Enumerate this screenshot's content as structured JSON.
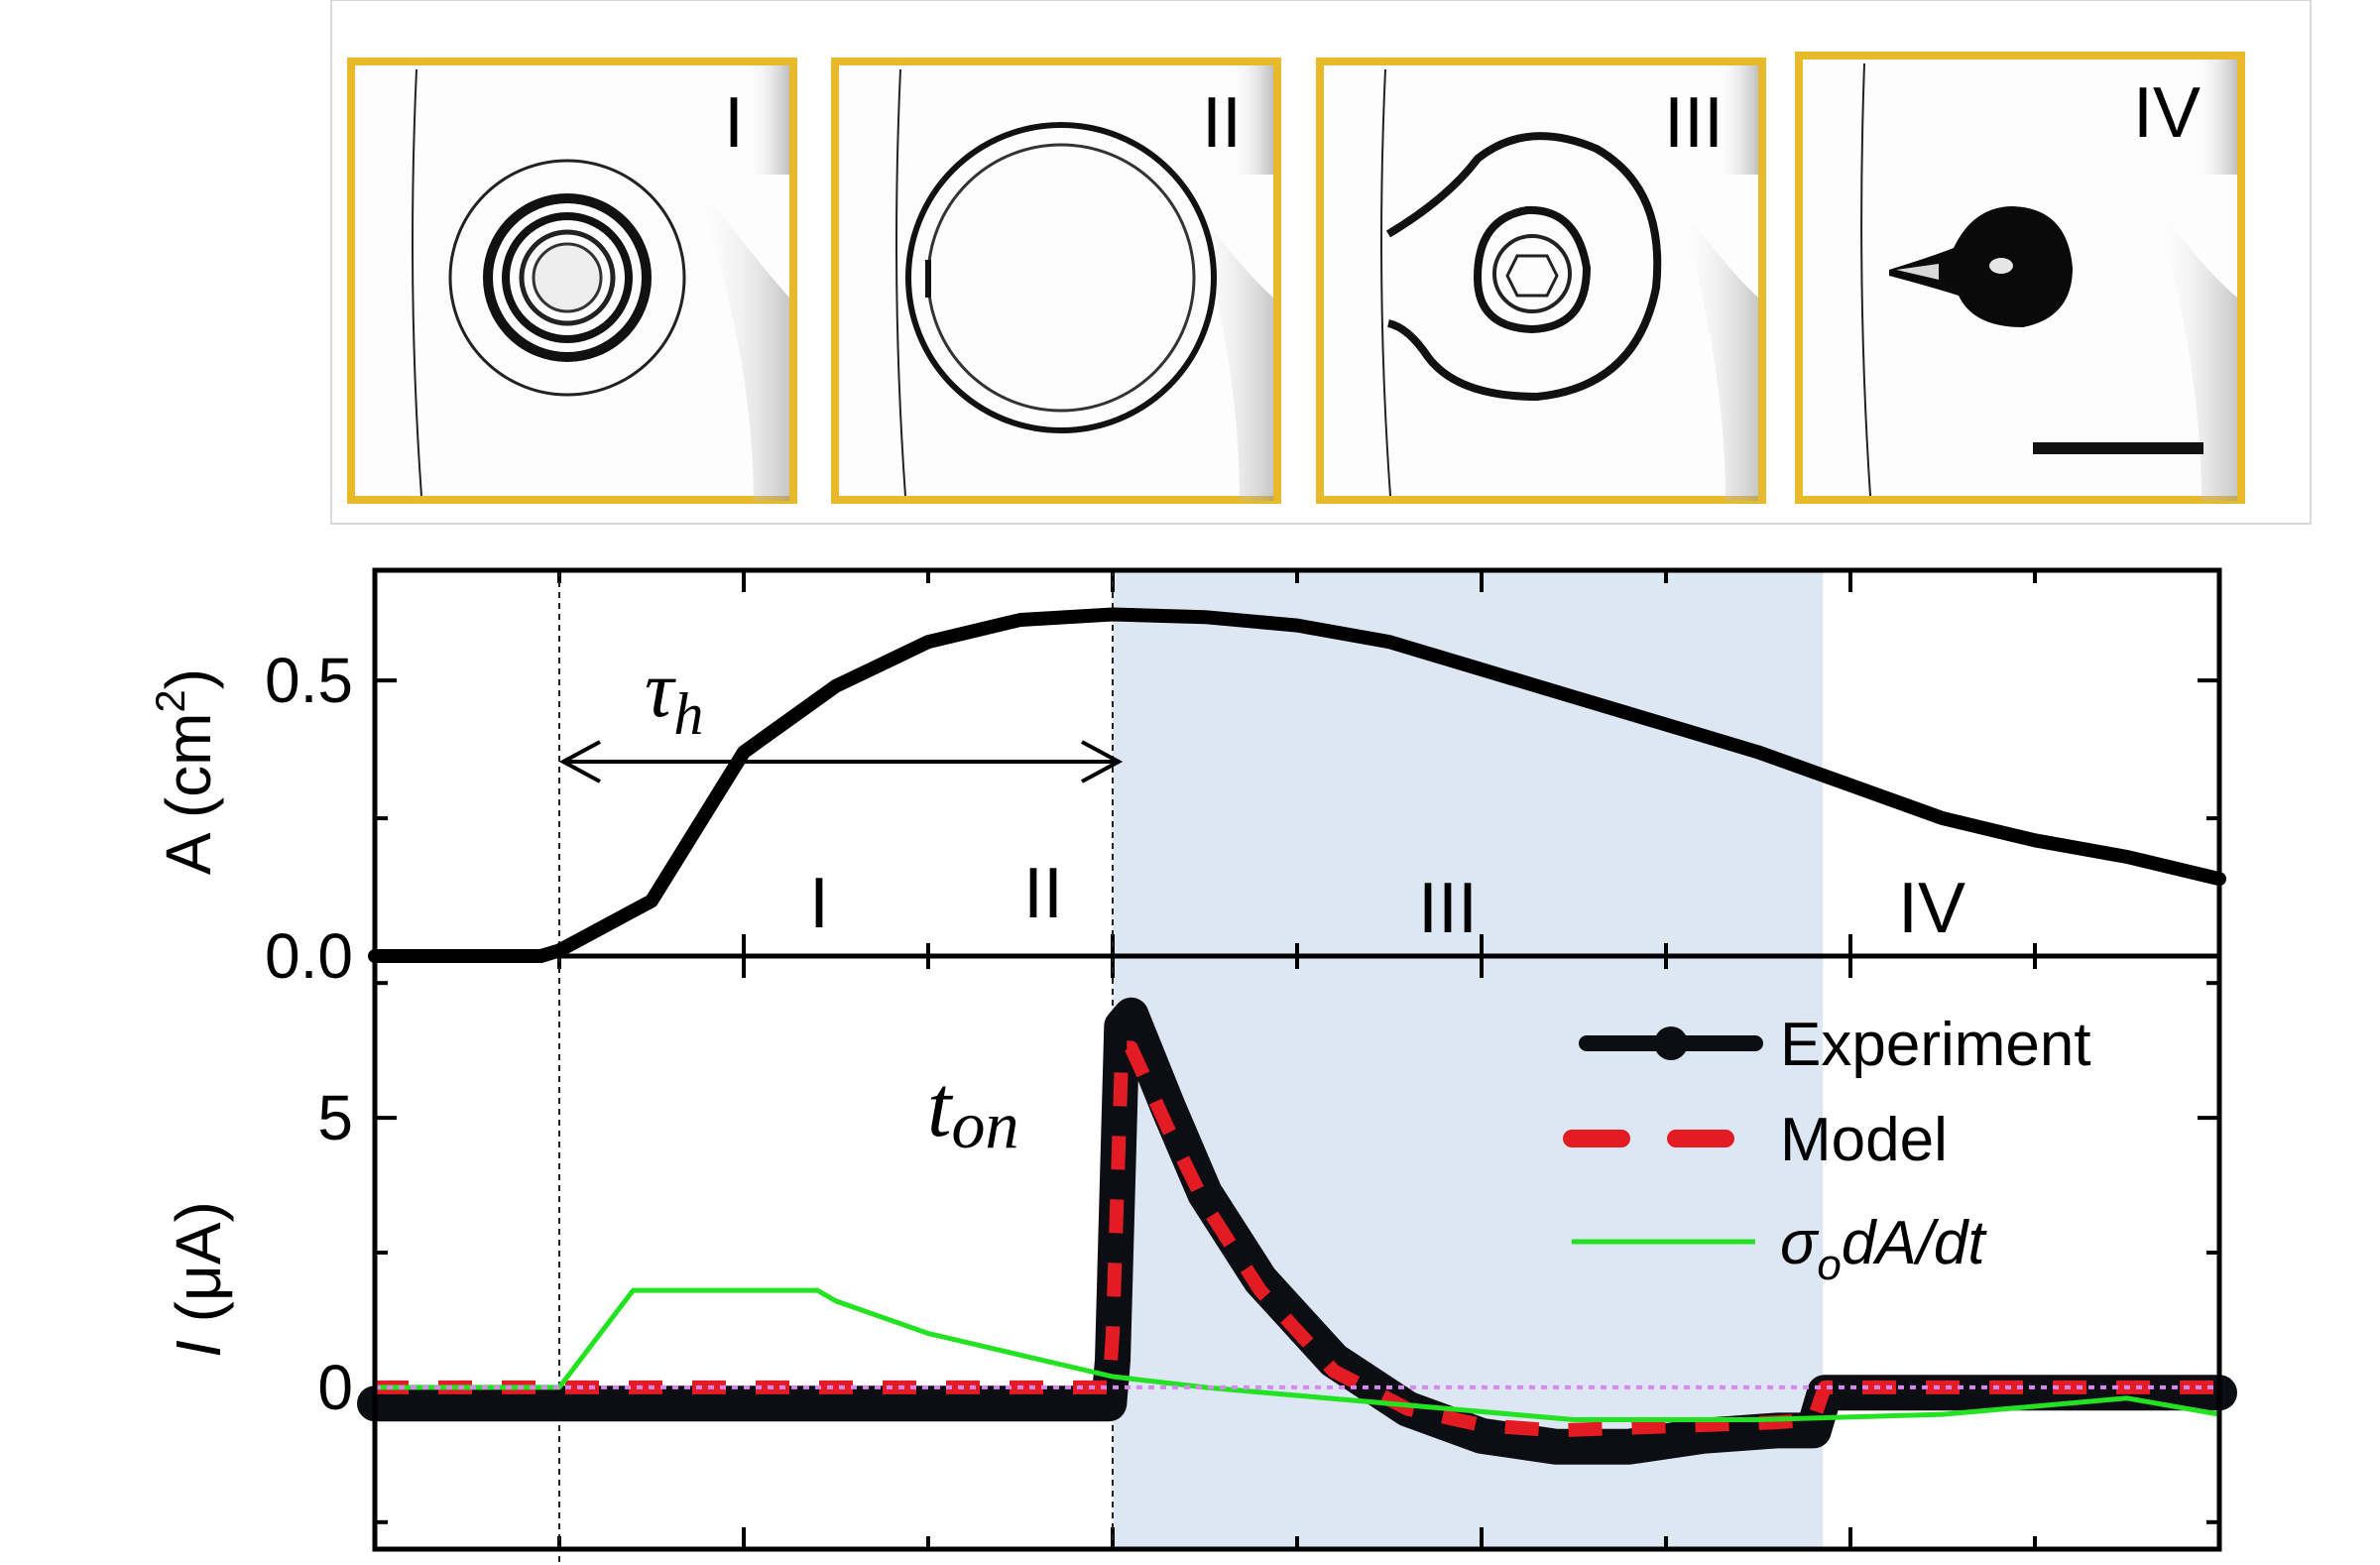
{
  "colors": {
    "panel_border": "#e8b92a",
    "shaded_region": "#dde6f3",
    "experiment": "#0d0d14",
    "model": "#e31b23",
    "sigma_line": "#22e222",
    "zero_line": "#d787f0"
  },
  "image_strip": {
    "panels": [
      {
        "label": "I"
      },
      {
        "label": "II"
      },
      {
        "label": "III"
      },
      {
        "label": "IV"
      }
    ]
  },
  "chart_data": [
    {
      "type": "line",
      "ylabel_main": "A (cm",
      "ylabel_sup": "2",
      "ylabel_end": ")",
      "yticks": [
        "0.0",
        "0.5"
      ],
      "ylim": [
        0,
        0.7
      ],
      "xlim": [
        0,
        100
      ],
      "shaded_region": [
        40,
        78.5
      ],
      "vlines": [
        10,
        40
      ],
      "region_labels": [
        "I",
        "II",
        "III",
        "IV"
      ],
      "annotation": {
        "symbol": "τ",
        "subscript": "h"
      },
      "series": [
        {
          "x": [
            0,
            9,
            10,
            15,
            20,
            25,
            30,
            35,
            40,
            45,
            50,
            55,
            60,
            65,
            70,
            75,
            80,
            85,
            90,
            95,
            100
          ],
          "y": [
            0,
            0,
            0.01,
            0.1,
            0.37,
            0.49,
            0.57,
            0.61,
            0.62,
            0.615,
            0.6,
            0.57,
            0.52,
            0.47,
            0.42,
            0.37,
            0.31,
            0.25,
            0.21,
            0.18,
            0.14
          ]
        }
      ]
    },
    {
      "type": "line",
      "ylabel_italic": "I",
      "ylabel_rest": " (μA)",
      "yticks": [
        "0",
        "5"
      ],
      "ylim": [
        -3,
        8
      ],
      "xlim": [
        0,
        100
      ],
      "shaded_region": [
        40,
        78.5
      ],
      "vlines": [
        10,
        40
      ],
      "annotation": {
        "symbol": "t",
        "subscript": "on"
      },
      "legend": {
        "position": "top-right",
        "entries": [
          {
            "label": "Experiment"
          },
          {
            "label": "Model"
          },
          {
            "label_sigma": "σ",
            "label_sub": "o",
            "label_rest": "dA/dt"
          }
        ]
      },
      "series": [
        {
          "name": "Experiment",
          "x": [
            0,
            39.8,
            40,
            40.5,
            41,
            43,
            45,
            48,
            52,
            56,
            60,
            64,
            68,
            72,
            76,
            78,
            78.6,
            100
          ],
          "y": [
            -0.3,
            -0.3,
            0.5,
            6.7,
            6.9,
            5.2,
            3.6,
            2.0,
            0.5,
            -0.4,
            -0.9,
            -1.1,
            -1.1,
            -0.9,
            -0.8,
            -0.8,
            -0.1,
            -0.1
          ]
        },
        {
          "name": "Model",
          "x": [
            0,
            39.8,
            40,
            40.5,
            41,
            43,
            45,
            48,
            52,
            56,
            60,
            64,
            68,
            72,
            76,
            78,
            78.6,
            100
          ],
          "y": [
            0,
            0,
            1.0,
            6.3,
            6.3,
            4.8,
            3.4,
            1.8,
            0.3,
            -0.4,
            -0.7,
            -0.8,
            -0.75,
            -0.7,
            -0.65,
            -0.6,
            0,
            0
          ]
        },
        {
          "name": "σo dA/dt",
          "x": [
            0,
            10,
            14,
            20,
            24,
            25,
            30,
            35,
            40,
            45,
            55,
            65,
            75,
            85,
            95,
            100
          ],
          "y": [
            0,
            0,
            1.8,
            1.8,
            1.8,
            1.6,
            1.0,
            0.6,
            0.2,
            0.0,
            -0.3,
            -0.6,
            -0.6,
            -0.5,
            -0.2,
            -0.5
          ]
        },
        {
          "name": "zero",
          "x": [
            0,
            100
          ],
          "y": [
            0,
            0
          ]
        }
      ]
    }
  ]
}
